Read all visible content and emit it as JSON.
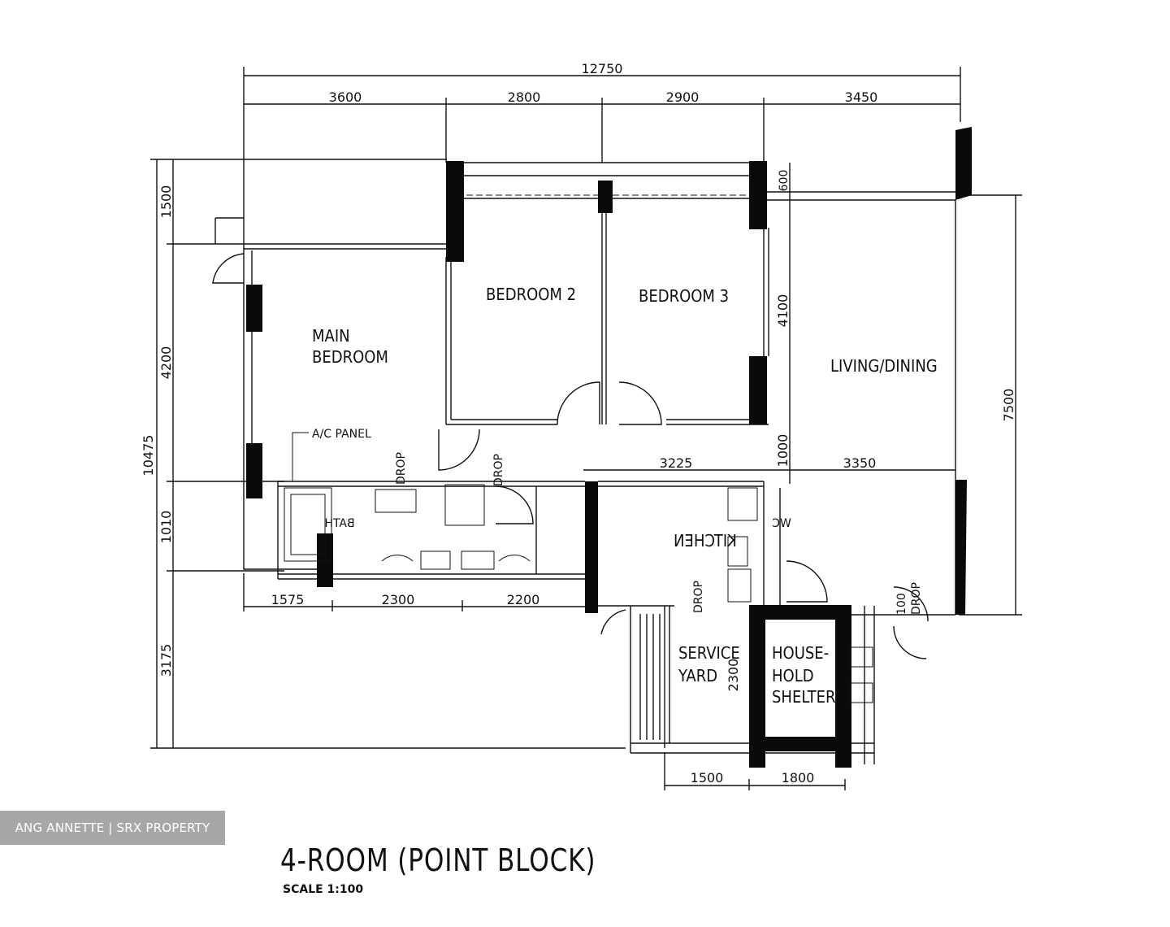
{
  "dimensions": {
    "overall_width": "12750",
    "top_segments": [
      "3600",
      "2800",
      "2900",
      "3450"
    ],
    "left_total": "10475",
    "left_segments": [
      "1500",
      "4200",
      "3175"
    ],
    "left_partial": "1010",
    "right_total": "7500",
    "right_600": "600",
    "right_4100": "4100",
    "right_1000": "1000",
    "mid_3225": "3225",
    "mid_3350": "3350",
    "bottom_segments": [
      "1575",
      "2300",
      "2200"
    ],
    "yard_1500": "1500",
    "yard_1800": "1800",
    "yard_2300": "2300"
  },
  "rooms": {
    "main_bedroom_1": "MAIN",
    "main_bedroom_2": "BEDROOM",
    "bedroom2": "BEDROOM 2",
    "bedroom3": "BEDROOM 3",
    "living": "LIVING/DINING",
    "kitchen": "KITCHEN",
    "service_1": "SERVICE",
    "service_2": "YARD",
    "shelter_1": "HOUSE-",
    "shelter_2": "HOLD",
    "shelter_3": "SHELTER"
  },
  "labels": {
    "ac_panel": "A/C PANEL",
    "drop": "DROP",
    "drop_100": "100",
    "mirror_kitchen": "KITCHEN",
    "bath": "BATH",
    "wc": "WC"
  },
  "watermark": "ANG ANNETTE | SRX PROPERTY",
  "title": "4-ROOM (POINT BLOCK)",
  "scale": "SCALE   1:100"
}
